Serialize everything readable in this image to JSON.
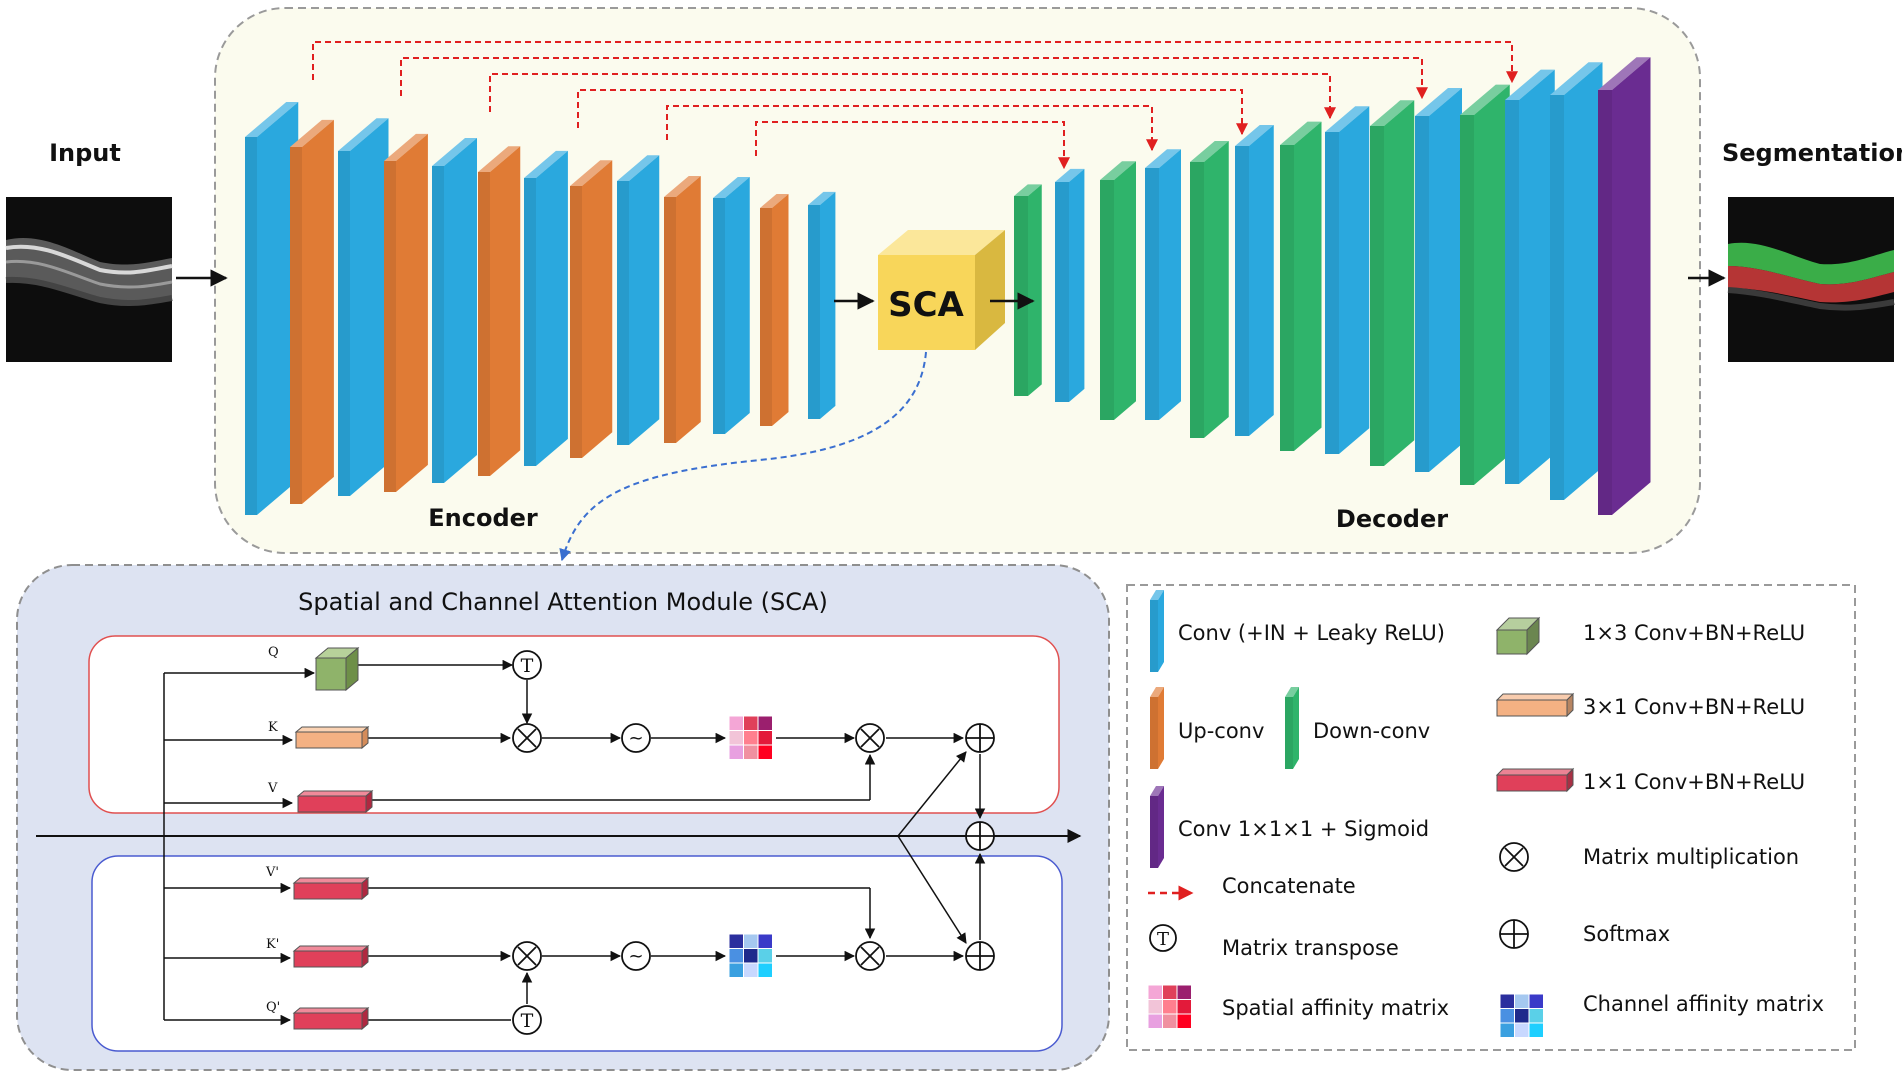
{
  "labels": {
    "input": "Input",
    "segmentation": "Segmentation",
    "encoder": "Encoder",
    "decoder": "Decoder",
    "sca": "SCA",
    "sca_title": "Spatial and Channel Attention Module (SCA)"
  },
  "branch_labels": {
    "q": "Q",
    "k": "K",
    "v": "V",
    "v2": "V'",
    "k2": "K'",
    "q2": "Q'"
  },
  "op_symbols": {
    "transpose": "T",
    "multiply": "⊗",
    "add": "⊕",
    "softmax": "~"
  },
  "legend": {
    "conv": "Conv (+IN + Leaky ReLU)",
    "upconv": "Up-conv",
    "downconv": "Down-conv",
    "conv_sigmoid": "Conv 1×1×1 + Sigmoid",
    "concatenate": "Concatenate",
    "matrix_transpose": "Matrix transpose",
    "spatial_affinity": "Spatial affinity matrix",
    "conv13": "1×3 Conv+BN+ReLU",
    "conv31": "3×1 Conv+BN+ReLU",
    "conv11": "1×1 Conv+BN+ReLU",
    "matrix_mult": "Matrix multiplication",
    "softmax": "Softmax",
    "channel_affinity": "Channel affinity matrix"
  },
  "colors": {
    "conv_blue": "#2aa8de",
    "upconv_orange": "#e07b35",
    "downconv_green": "#2fb46b",
    "sigmoid_purple": "#6a2c91",
    "concat_red": "#e02020",
    "sca_yellow": "#f8d65a",
    "conv13_green": "#8fb36a",
    "conv31_orange": "#f4b183",
    "conv11_red": "#e0405a",
    "main_panel_bg": "#fbfbee",
    "sca_panel_bg": "#dde3f2"
  }
}
